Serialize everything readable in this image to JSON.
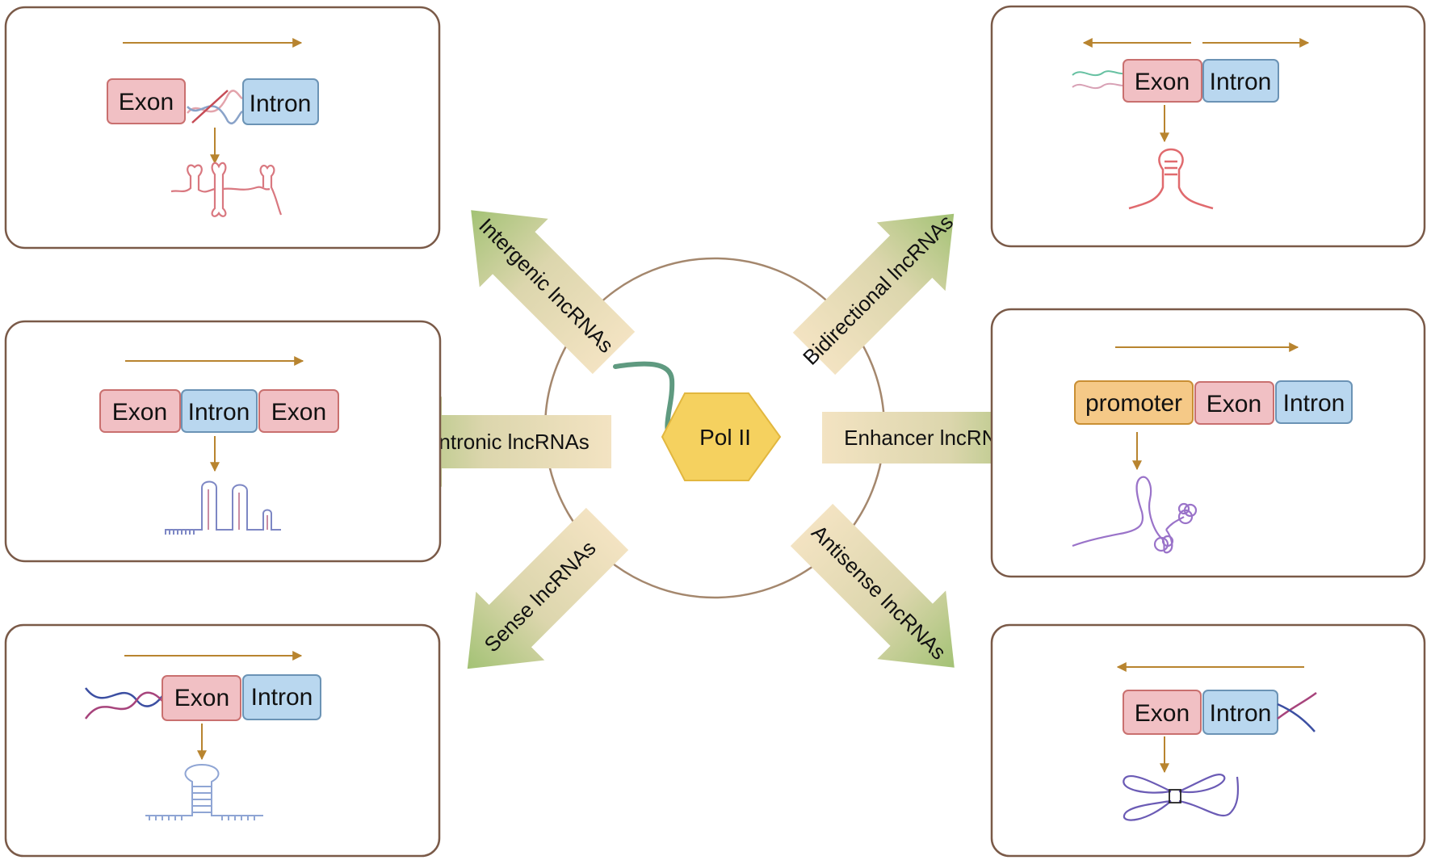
{
  "center": {
    "label": "Pol II"
  },
  "arrows": {
    "intergenic": "Intergenic lncRNAs",
    "bidirectional": "Bidirectional lncRNAs",
    "intronic": "Intronic lncRNAs",
    "enhancer": "Enhancer lncRNAs",
    "sense": "Sense lncRNAs",
    "antisense": "Antisense lncRNAs"
  },
  "panels": {
    "intergenic": {
      "exon": "Exon",
      "intron": "Intron"
    },
    "bidirectional": {
      "exon": "Exon",
      "intron": "Intron"
    },
    "intronic": {
      "exon1": "Exon",
      "intron": "Intron",
      "exon2": "Exon"
    },
    "enhancer": {
      "promoter": "promoter",
      "exon": "Exon",
      "intron": "Intron"
    },
    "sense": {
      "exon": "Exon",
      "intron": "Intron"
    },
    "antisense": {
      "exon": "Exon",
      "intron": "Intron"
    }
  },
  "colors": {
    "panel_border": "#7a5a48",
    "direction_arrow": "#b8842f",
    "exon_fill": "#f1c0c4",
    "exon_stroke": "#c9706f",
    "intron_fill": "#b9d7ef",
    "intron_stroke": "#6b93b5",
    "promoter_fill": "#f5c987",
    "promoter_stroke": "#c98f34",
    "pol2_fill": "#f5d15f",
    "big_arrow_green": "#a9c57c",
    "big_arrow_tan": "#f0e0bd"
  }
}
